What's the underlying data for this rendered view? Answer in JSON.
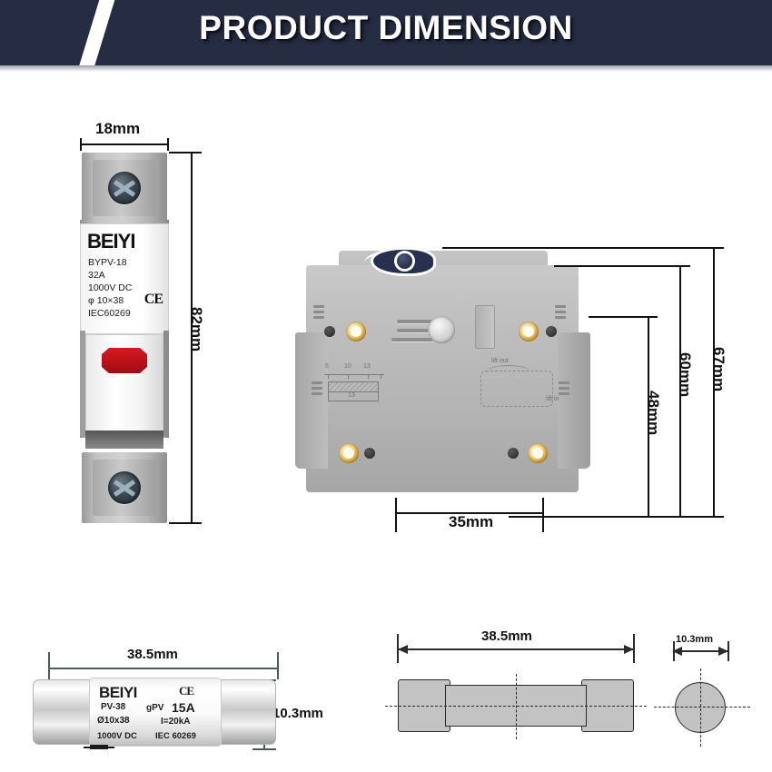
{
  "header": {
    "title": "PRODUCT DIMENSION",
    "background_color": "#262d42",
    "text_color": "#ffffff",
    "slash_color": "#ffffff"
  },
  "holder_front": {
    "name": "fuse-holder-front-view",
    "dimensions": {
      "width": "18mm",
      "height": "82mm"
    },
    "label": {
      "brand": "BEIYI",
      "model": "BYPV-18",
      "current": "32A",
      "voltage": "1000V DC",
      "size": "φ 10×38",
      "standard": "IEC60269",
      "certification": "CE"
    },
    "indicator_color": "#d71920"
  },
  "holder_side": {
    "name": "fuse-holder-side-view",
    "dimensions": {
      "rail_width": "35mm",
      "inner_height": "48mm",
      "mid_height": "60mm",
      "outer_height": "67mm"
    },
    "markings": {
      "scale_values": [
        "5",
        "10",
        "13"
      ],
      "gauge_value": "13",
      "lift_out": "lift out",
      "lift_in": "lift in"
    },
    "lever_color": "#27304d",
    "body_color": "#bdbdbd",
    "terminal_color": "#f3d27a"
  },
  "cartridge_photo": {
    "name": "cartridge-fuse-photo",
    "dimensions": {
      "length": "38.5mm",
      "diameter": "10.3mm"
    },
    "print": {
      "brand": "BEIYI",
      "certification": "CE",
      "model": "PV-38",
      "type": "gPV",
      "current": "15A",
      "size": "Ø10x38",
      "breaking": "I=20kA",
      "voltage": "1000V DC",
      "standard": "IEC 60269"
    }
  },
  "cartridge_drawing": {
    "name": "cartridge-fuse-drawing",
    "length_label": "38.5mm",
    "fill_color": "#c3c3c3",
    "line_color": "#2b2b2b"
  },
  "end_view_drawing": {
    "name": "cartridge-end-view-drawing",
    "diameter_label": "10.3mm",
    "fill_color": "#c3c3c3",
    "line_color": "#2b2b2b"
  }
}
